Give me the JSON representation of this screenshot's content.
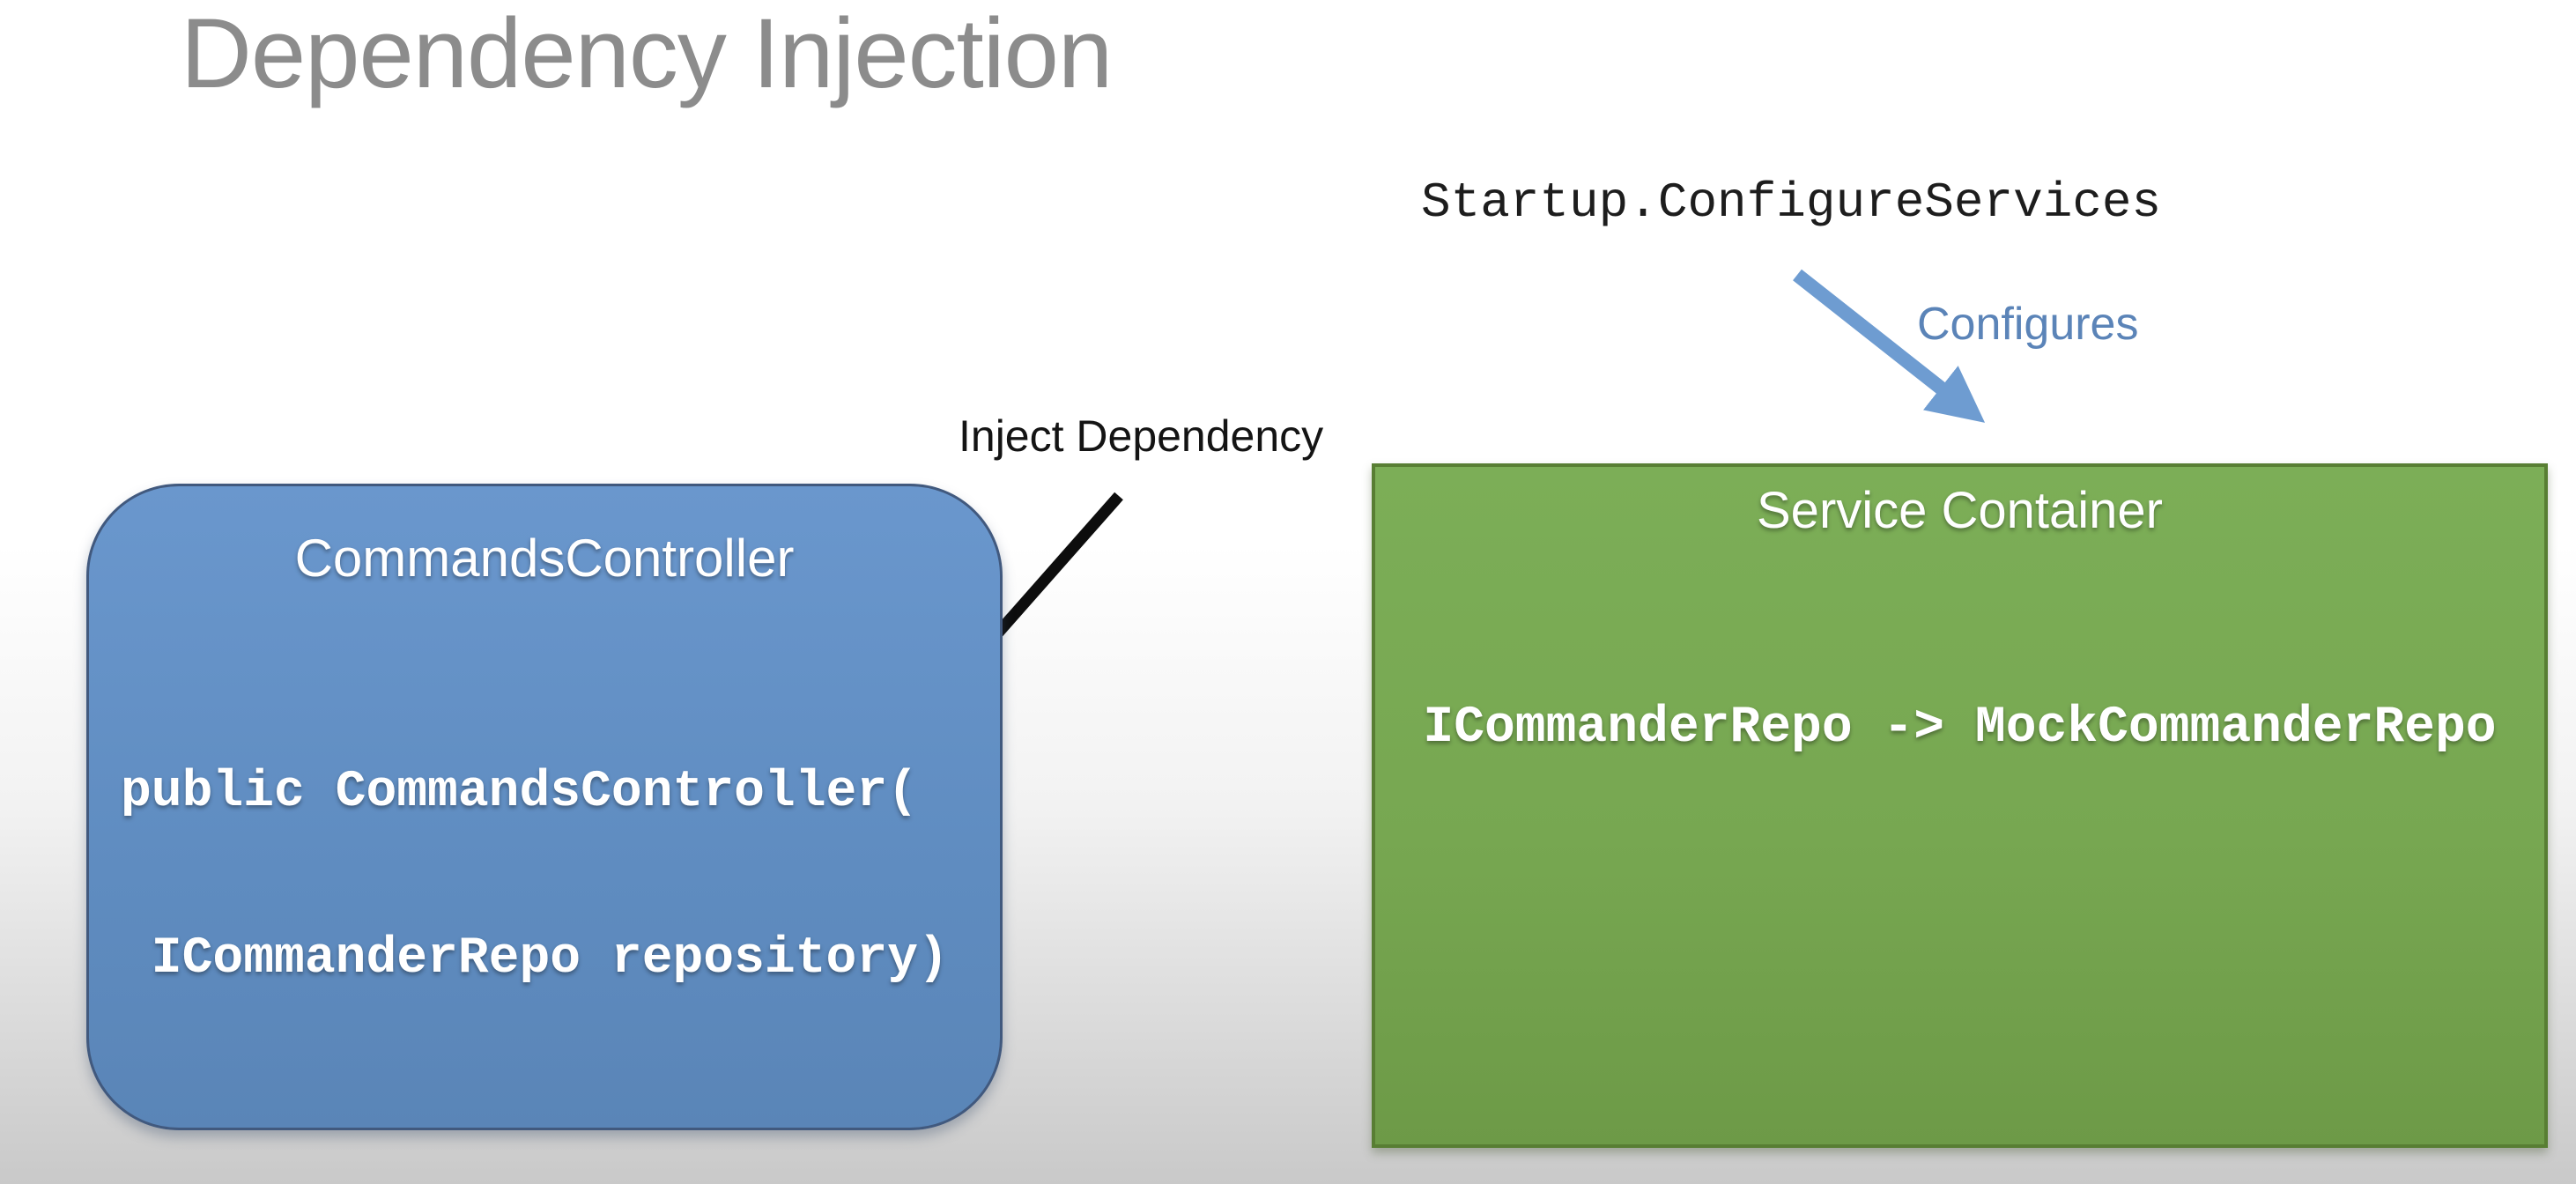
{
  "slide": {
    "title": "Dependency Injection"
  },
  "labels": {
    "startup": "Startup.ConfigureServices",
    "configures": "Configures",
    "inject": "Inject Dependency"
  },
  "controller_box": {
    "title": "CommandsController",
    "code_lines": [
      "public CommandsController(",
      " ICommanderRepo repository)"
    ]
  },
  "service_box": {
    "title": "Service Container",
    "mapping": "ICommanderRepo -> MockCommanderRepo"
  },
  "icons": {
    "configures_arrow": "arrow-diagonal-down-right",
    "inject_arrow": "arrow-diagonal-down-left"
  },
  "colors": {
    "title_gray": "#8c8c8c",
    "startup_text": "#1d1d1d",
    "configures_blue": "#5b84b8",
    "inject_black": "#141414",
    "controller_fill": "#6695cb",
    "controller_border": "#41597e",
    "service_fill": "#7bac55",
    "service_border": "#587e33",
    "arrow_blue": "#6e9cd1",
    "arrow_black": "#0d0d0d",
    "background_top": "#ffffff",
    "background_bottom": "#c9c9c9",
    "box_text": "#ffffff"
  }
}
